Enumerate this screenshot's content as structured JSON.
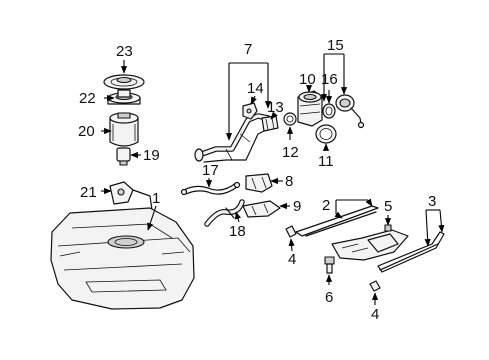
{
  "diagram": {
    "callouts": [
      {
        "id": "c23",
        "label": "23"
      },
      {
        "id": "c22",
        "label": "22"
      },
      {
        "id": "c20",
        "label": "20"
      },
      {
        "id": "c19",
        "label": "19"
      },
      {
        "id": "c21",
        "label": "21"
      },
      {
        "id": "c1",
        "label": "1"
      },
      {
        "id": "c7",
        "label": "7"
      },
      {
        "id": "c14",
        "label": "14"
      },
      {
        "id": "c13",
        "label": "13"
      },
      {
        "id": "c12",
        "label": "12"
      },
      {
        "id": "c17",
        "label": "17"
      },
      {
        "id": "c8",
        "label": "8"
      },
      {
        "id": "c9",
        "label": "9"
      },
      {
        "id": "c18",
        "label": "18"
      },
      {
        "id": "c15",
        "label": "15"
      },
      {
        "id": "c10",
        "label": "10"
      },
      {
        "id": "c16",
        "label": "16"
      },
      {
        "id": "c11",
        "label": "11"
      },
      {
        "id": "c2",
        "label": "2"
      },
      {
        "id": "c5",
        "label": "5"
      },
      {
        "id": "c3",
        "label": "3"
      },
      {
        "id": "c4a",
        "label": "4"
      },
      {
        "id": "c6",
        "label": "6"
      },
      {
        "id": "c4b",
        "label": "4"
      }
    ]
  }
}
